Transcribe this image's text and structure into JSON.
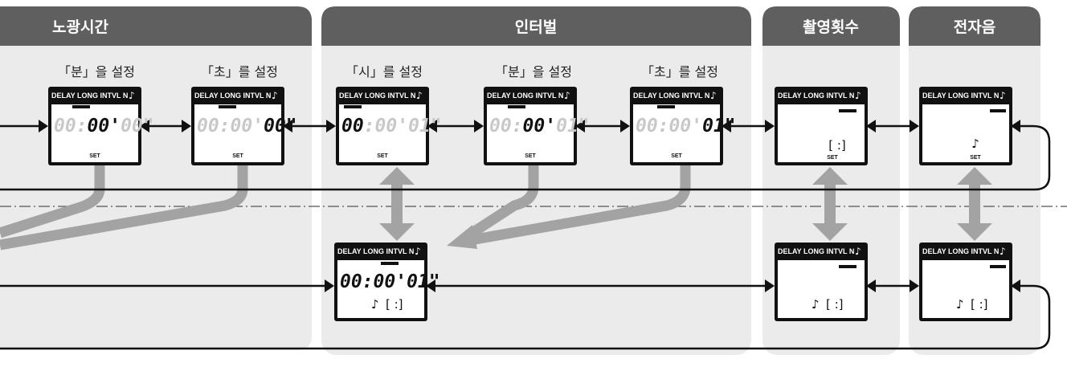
{
  "sections": [
    {
      "id": "exposure",
      "title": "노광시간"
    },
    {
      "id": "interval",
      "title": "인터벌"
    },
    {
      "id": "shots",
      "title": "촬영횟수"
    },
    {
      "id": "beep",
      "title": "전자음"
    }
  ],
  "captions": {
    "exp_min": "「분」을 설정",
    "exp_sec": "「초」를 설정",
    "int_hour": "「시」를 설정",
    "int_min": "「분」을 설정",
    "int_sec": "「초」를 설정"
  },
  "lcd": {
    "menu": "DELAY LONG INTVL  N",
    "set_label": "SET",
    "note_symbol": "♪",
    "count_display": "[    :]"
  },
  "colors": {
    "panel_bg": "#ebebeb",
    "header_bg": "#5f5f5f",
    "gray_arrow": "#a3a3a3",
    "line": "#111111"
  }
}
